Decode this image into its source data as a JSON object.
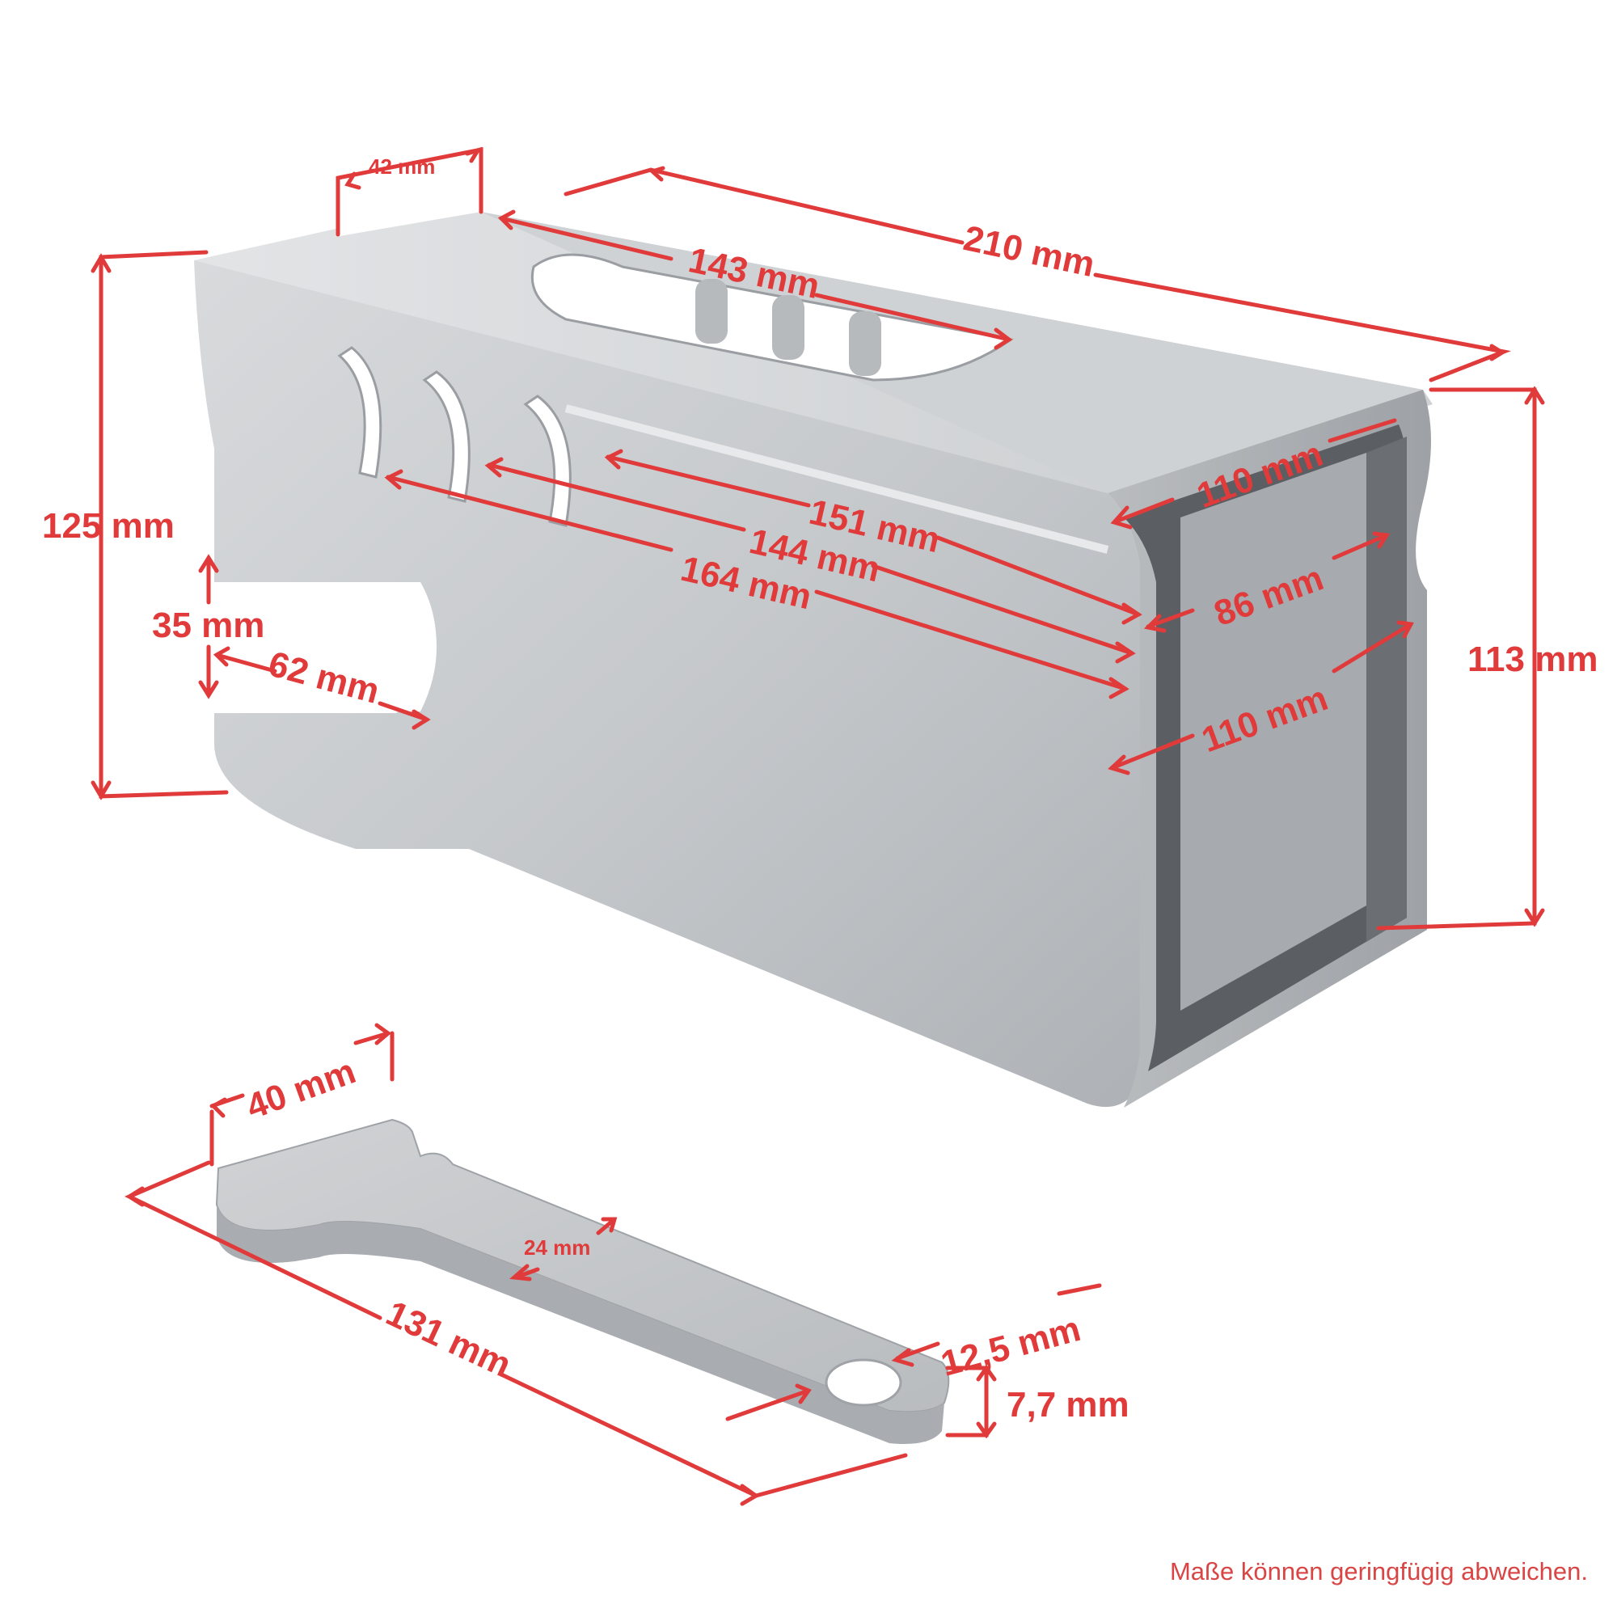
{
  "dimensions": {
    "width_top_slot": "42 mm",
    "length_total": "210 mm",
    "top_slot_length": "143 mm",
    "height_total": "125 mm",
    "inner_width_top": "110 mm",
    "length_151": "151 mm",
    "length_144": "144 mm",
    "length_164": "164 mm",
    "inner_height": "86 mm",
    "inner_width_bottom": "110 mm",
    "height_right": "113 mm",
    "slot_height": "35 mm",
    "slot_depth": "62 mm",
    "key_head_width": "40 mm",
    "key_width": "24 mm",
    "key_length": "131 mm",
    "hole_diameter": "12,5 mm",
    "key_thickness": "7,7 mm"
  },
  "note": "Maße können geringfügig abweichen.",
  "colors": {
    "dimension": "#e03a3a",
    "metal_light": "#d6d8da",
    "metal_mid": "#b4b7ba",
    "metal_dark": "#7d8186",
    "interior": "#5b5f63"
  }
}
